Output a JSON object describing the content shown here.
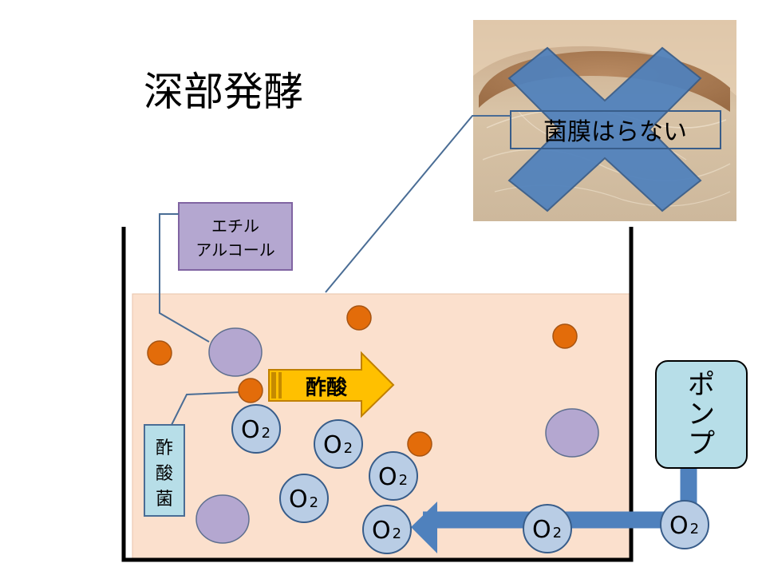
{
  "title": "深部発酵",
  "photo": {
    "caption": "菌膜はらない"
  },
  "labels": {
    "ethyl_alcohol": [
      "エチル",
      "アルコール"
    ],
    "acetic_acid": "酢酸",
    "acetobacter": [
      "酢",
      "酸",
      "菌"
    ],
    "pump": [
      "ポ",
      "ン",
      "プ"
    ]
  },
  "oxygen": {
    "symbol": "O",
    "subscript": "2"
  },
  "colors": {
    "liquid": "#fbe0cd",
    "acetobacter_dot": "#e36c0a",
    "ethanol_blob": "#b4a7d0",
    "oxygen_bubble": "#b9cde5",
    "pipe": "#4f81bd",
    "acid_arrow": "#ffc000",
    "pump_box": "#b7dee8",
    "ethanol_label_box": "#b4a7d0",
    "x_mark": "#4f81bd"
  }
}
